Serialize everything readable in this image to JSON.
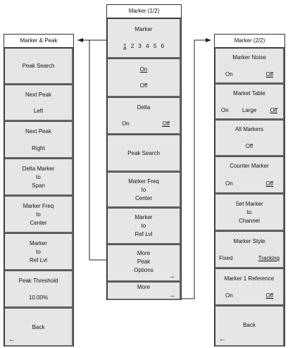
{
  "left_menu": {
    "title": "Marker & Peak",
    "keys": [
      {
        "lines": [
          "Peak Search"
        ]
      },
      {
        "lines": [
          "Next Peak",
          "Left"
        ]
      },
      {
        "lines": [
          "Next Peak",
          "Right"
        ]
      },
      {
        "lines": [
          "Delta Marker",
          "to",
          "Span"
        ]
      },
      {
        "lines": [
          "Marker Freq",
          "to",
          "Center"
        ]
      },
      {
        "lines": [
          "Marker",
          "to",
          "Ref Lvl"
        ]
      },
      {
        "lines": [
          "Peak Threshold",
          "10.00%"
        ]
      },
      {
        "lines": [
          "Back"
        ],
        "arrow": "←"
      }
    ]
  },
  "middle_menu": {
    "title": "Marker (1/2)",
    "marker_key": {
      "label": "Marker",
      "numbers": [
        "1",
        "2",
        "3",
        "4",
        "5",
        "6"
      ]
    },
    "on_off_key": {
      "on": "On",
      "off": "Off"
    },
    "delta_key": {
      "label": "Delta",
      "on": "On",
      "off": "Off"
    },
    "keys": [
      {
        "lines": [
          "Peak Search"
        ]
      },
      {
        "lines": [
          "Marker Freq",
          "to",
          "Center"
        ]
      },
      {
        "lines": [
          "Marker",
          "to",
          "Ref Lvl"
        ]
      },
      {
        "lines": [
          "More",
          "Peak",
          "Options"
        ],
        "arrow": "→"
      },
      {
        "lines": [
          "More"
        ],
        "arrow": "→"
      }
    ]
  },
  "right_menu": {
    "title": "Marker (2/2)",
    "marker_noise": {
      "label": "Marker Noise",
      "on": "On",
      "off": "Off"
    },
    "market_table": {
      "label": "Market Table",
      "on": "On",
      "large": "Large",
      "off": "Off"
    },
    "all_markers": {
      "label": "All Markers",
      "value": "Off"
    },
    "counter_marker": {
      "label": "Counter Marker",
      "on": "On",
      "off": "Off"
    },
    "set_marker": {
      "lines": [
        "Set Marker",
        "to",
        "Channel"
      ]
    },
    "marker_style": {
      "label": "Marker Style",
      "fixed": "Fixed",
      "tracking": "Tracking"
    },
    "marker1_ref": {
      "label": "Marker 1 Reference",
      "on": "On",
      "off": "Off"
    },
    "back": {
      "label": "Back",
      "arrow": "←"
    }
  }
}
